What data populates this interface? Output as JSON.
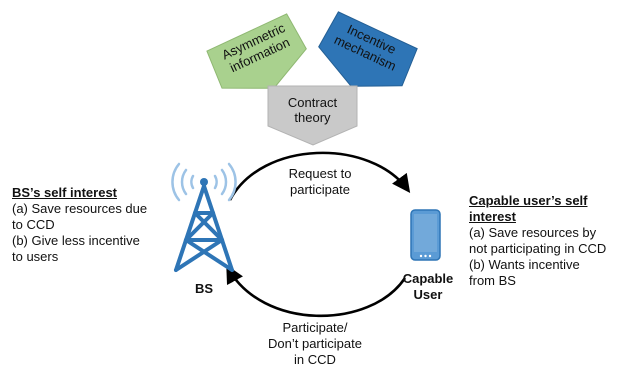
{
  "factors": {
    "asymmetric": {
      "line1": "Asymmetric",
      "line2": "information",
      "color": "#a9d18e"
    },
    "incentive": {
      "line1": "Incentive",
      "line2": "mechanism",
      "color": "#2e75b6"
    }
  },
  "contract": {
    "line1": "Contract",
    "line2": "theory",
    "color": "#c9c9c9"
  },
  "top_arrow": {
    "line1": "Request to",
    "line2": "participate"
  },
  "bottom_arrow": {
    "line1": "Participate/",
    "line2": "Don’t participate",
    "line3": "in CCD"
  },
  "bs": {
    "label": "BS",
    "interest": {
      "title": "BS’s self interest",
      "lines": [
        "(a) Save resources due",
        "to CCD",
        "(b) Give less incentive",
        "to users"
      ]
    },
    "color": "#2e75b6"
  },
  "user": {
    "label_line1": "Capable",
    "label_line2": "User",
    "interest": {
      "title_line1": "Capable user’s self",
      "title_line2": "interest",
      "lines": [
        "(a) Save resources by",
        "not participating in CCD",
        "(b) Wants incentive",
        "from BS"
      ]
    },
    "color": "#5b9bd5"
  }
}
